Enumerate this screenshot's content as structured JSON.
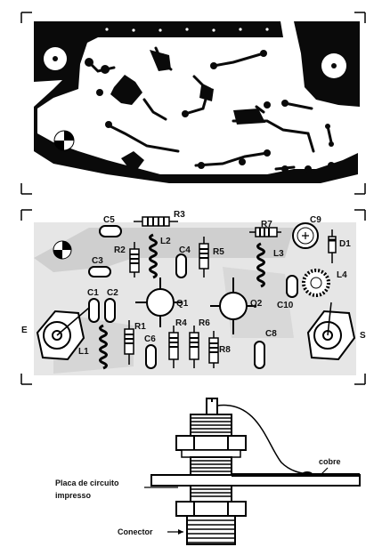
{
  "component_labels": {
    "c5": "C5",
    "r3": "R3",
    "r7": "R7",
    "c9": "C9",
    "d1": "D1",
    "r2": "R2",
    "l2": "L2",
    "c4": "C4",
    "r5": "R5",
    "l3": "L3",
    "c3": "C3",
    "l4": "L4",
    "c1": "C1",
    "c2": "C2",
    "q1": "Q1",
    "q2": "Q2",
    "c10": "C10",
    "e": "E",
    "s": "S",
    "r1": "R1",
    "r4": "R4",
    "r6": "R6",
    "c6": "C6",
    "c8": "C8",
    "r8": "R8",
    "l1": "L1"
  },
  "assembly_labels": {
    "cobre": "cobre",
    "placa_line1": "Placa de circuito",
    "placa_line2": "impresso",
    "conector": "Conector"
  }
}
